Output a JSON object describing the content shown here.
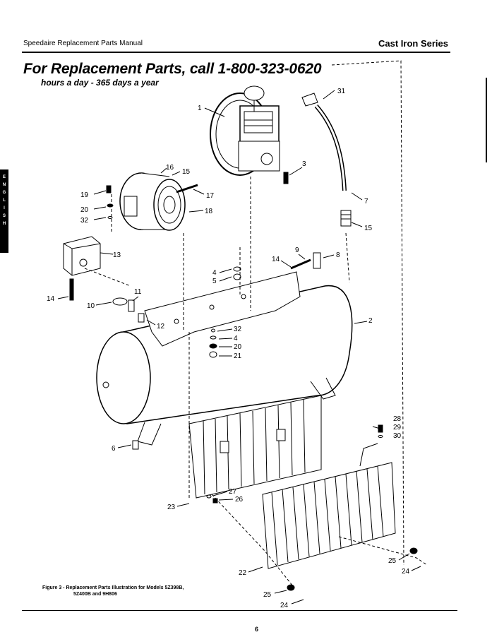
{
  "header": {
    "manual": "Speedaire Replacement Parts Manual",
    "series": "Cast Iron Series"
  },
  "title": "For Replacement Parts, call 1-800-323-0620",
  "subtitle": "hours a day - 365 days a year",
  "side_tab": [
    "E",
    "N",
    "G",
    "L",
    "I",
    "S",
    "H"
  ],
  "callouts": [
    {
      "id": "c1",
      "text": "1"
    },
    {
      "id": "c31",
      "text": "31"
    },
    {
      "id": "c3",
      "text": "3"
    },
    {
      "id": "c16",
      "text": "16"
    },
    {
      "id": "c15a",
      "text": "15"
    },
    {
      "id": "c19",
      "text": "19"
    },
    {
      "id": "c17",
      "text": "17"
    },
    {
      "id": "c20a",
      "text": "20"
    },
    {
      "id": "c18",
      "text": "18"
    },
    {
      "id": "c32a",
      "text": "32"
    },
    {
      "id": "c7",
      "text": "7"
    },
    {
      "id": "c15b",
      "text": "15"
    },
    {
      "id": "c13",
      "text": "13"
    },
    {
      "id": "c9",
      "text": "9"
    },
    {
      "id": "c8",
      "text": "8"
    },
    {
      "id": "c14a",
      "text": "14"
    },
    {
      "id": "c4a",
      "text": "4"
    },
    {
      "id": "c5",
      "text": "5"
    },
    {
      "id": "c14b",
      "text": "14"
    },
    {
      "id": "c11",
      "text": "11"
    },
    {
      "id": "c10",
      "text": "10"
    },
    {
      "id": "c12",
      "text": "12"
    },
    {
      "id": "c2",
      "text": "2"
    },
    {
      "id": "c32b",
      "text": "32"
    },
    {
      "id": "c4b",
      "text": "4"
    },
    {
      "id": "c20b",
      "text": "20"
    },
    {
      "id": "c21",
      "text": "21"
    },
    {
      "id": "c28",
      "text": "28"
    },
    {
      "id": "c29",
      "text": "29"
    },
    {
      "id": "c30",
      "text": "30"
    },
    {
      "id": "c6",
      "text": "6"
    },
    {
      "id": "c27",
      "text": "27"
    },
    {
      "id": "c26",
      "text": "26"
    },
    {
      "id": "c23",
      "text": "23"
    },
    {
      "id": "c25a",
      "text": "25"
    },
    {
      "id": "c24a",
      "text": "24"
    },
    {
      "id": "c22",
      "text": "22"
    },
    {
      "id": "c25b",
      "text": "25"
    },
    {
      "id": "c24b",
      "text": "24"
    }
  ],
  "caption": {
    "line1": "Figure 3 - Replacement Parts Illustration for Models 5Z398B,",
    "line2": "5Z400B and 9H806"
  },
  "page_number": "6"
}
